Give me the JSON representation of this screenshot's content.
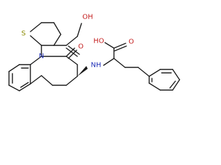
{
  "atoms": {
    "s1": {
      "text": "S",
      "color": "#8a8a00"
    },
    "n_ring": {
      "text": "N",
      "color": "#1f2fb8"
    },
    "o_lactam": {
      "text": "O",
      "color": "#c41f1f"
    },
    "oh_top": {
      "text": "OH",
      "color": "#c41f1f"
    },
    "ho_side": {
      "text": "HO",
      "color": "#c41f1f"
    },
    "o_side": {
      "text": "O",
      "color": "#c41f1f"
    },
    "nh": {
      "text": "NH",
      "color": "#1f2fb8"
    }
  }
}
